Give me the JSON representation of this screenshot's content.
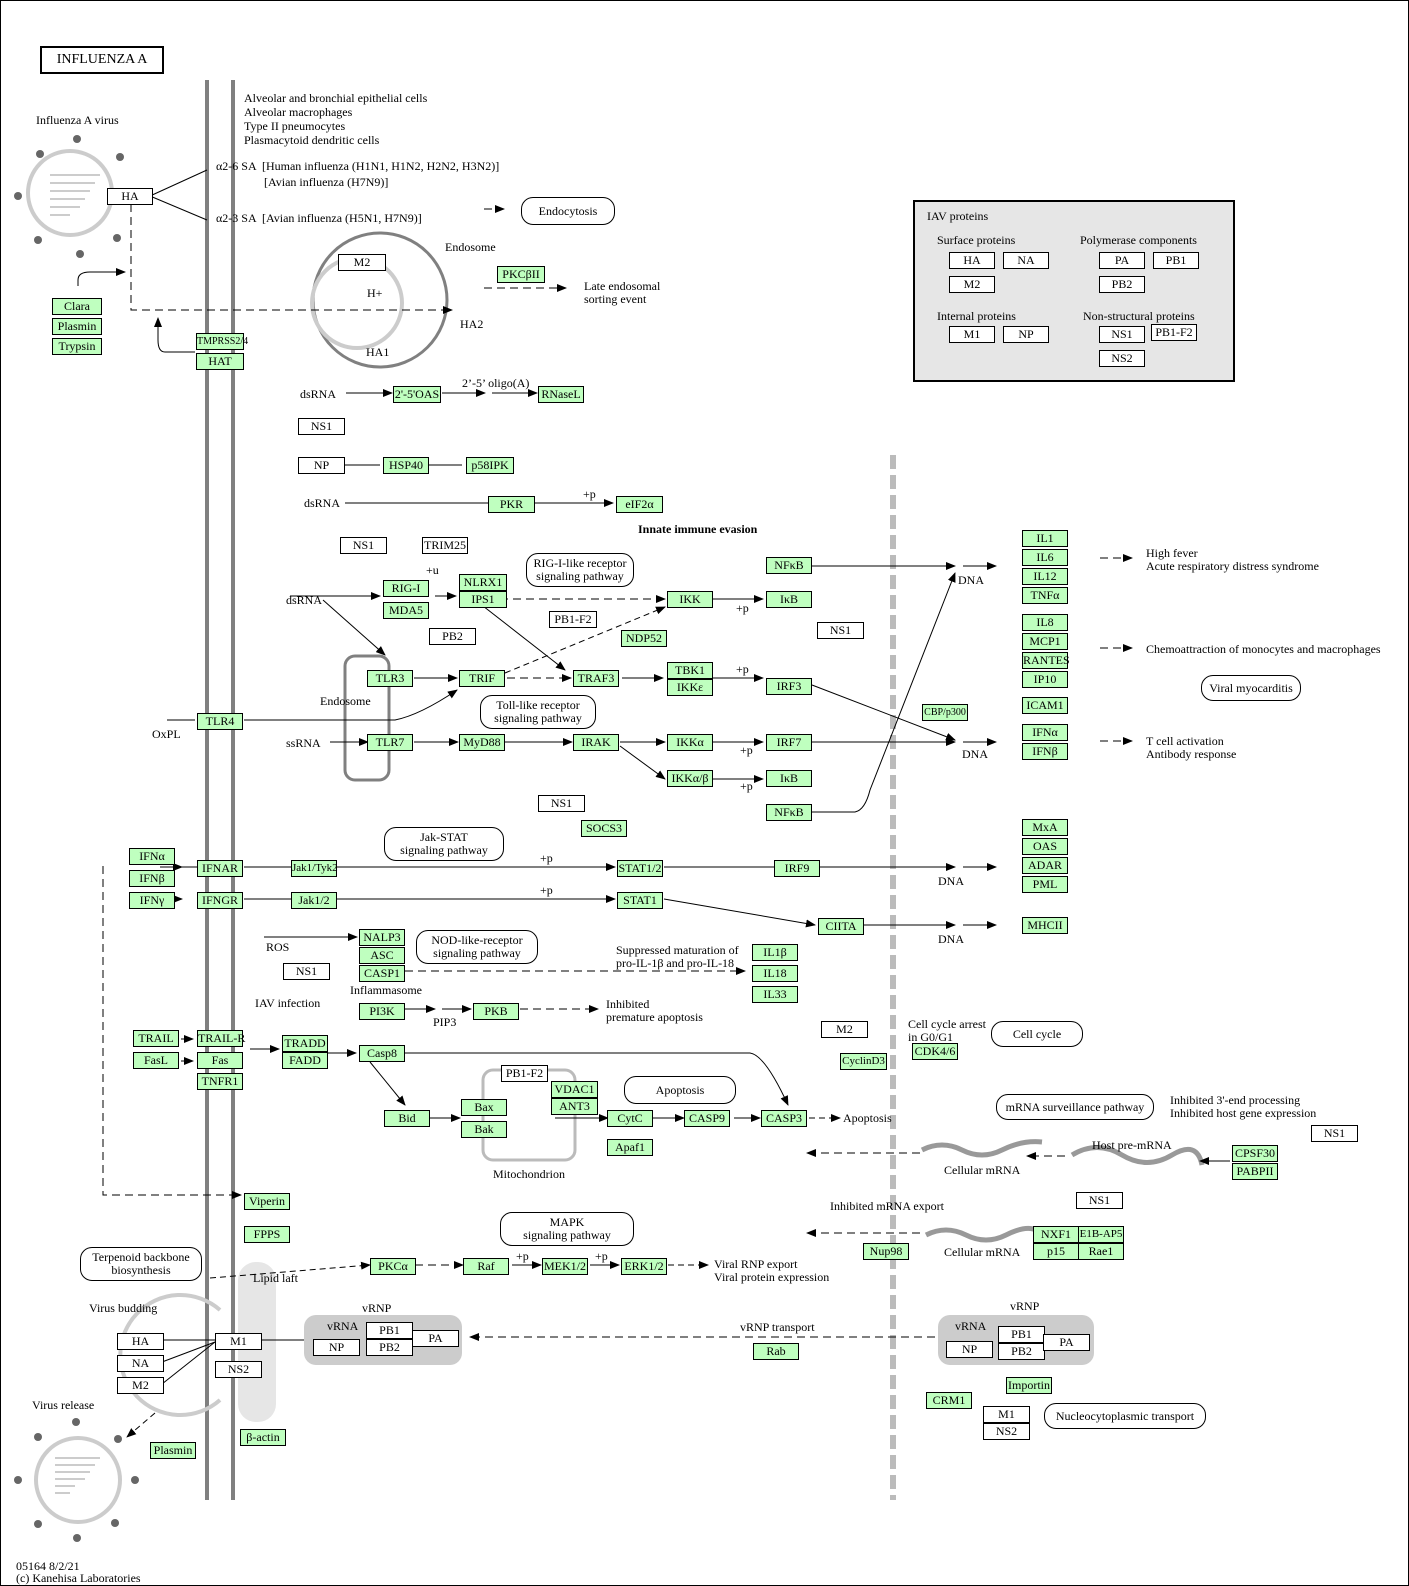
{
  "title": "INFLUENZA A",
  "footer": {
    "id": "05164 8/2/21",
    "copyright": "(c) Kanehisa Laboratories"
  },
  "labels": {
    "virus": "Influenza A virus",
    "cells": [
      "Alveolar and bronchial epithelial cells",
      "Alveolar macrophages",
      "Type II pneumocytes",
      "Plasmacytoid dendritic cells"
    ],
    "sa26": "α2-6 SA  [Human influenza (H1N1, H1N2, H2N2, H3N2)]",
    "sa26b": "[Avian influenza (H7N9)]",
    "sa23": "α2-3 SA  [Avian influenza (H5N1, H7N9)]",
    "endosome": "Endosome",
    "hplus": "H+",
    "ha2": "HA2",
    "ha1": "HA1",
    "late_endo": "Late endosomal\nsorting event",
    "oligo": "2’-5’ oligo(A)",
    "dsrna": "dsRNA",
    "ssrna": "ssRNA",
    "oxpl": "OxPL",
    "innate": "Innate immune evasion",
    "p": "+p",
    "u": "+u",
    "dna": "DNA",
    "high_fever": "High fever\nAcute respiratory distress syndrome",
    "chemo": "Chemoattraction of monocytes and macrophages",
    "tcell": "T cell activation\nAntibody response",
    "ros": "ROS",
    "inflammasome": "Inflammasome",
    "iav_infection": "IAV infection",
    "pip3": "PIP3",
    "inhibited_apop": "Inhibited\npremature apoptosis",
    "suppressed": "Suppressed maturation of\npro-IL-1β and pro-IL-18",
    "cell_cycle_arrest": "Cell cycle arrest\nin G0/G1",
    "mitochondrion": "Mitochondrion",
    "apoptosis_out": "Apoptosis",
    "inhibited_3end": "Inhibited 3'-end processing\nInhibited host gene expression",
    "host_premrna": "Host pre-mRNA",
    "cellular_mrna": "Cellular mRNA",
    "inhibited_export": "Inhibited mRNA export",
    "lipid_laft": "Lipid laft",
    "virus_budding": "Virus budding",
    "virus_release": "Virus release",
    "vrnp": "vRNP",
    "vrna": "vRNA",
    "viral_rnp_export": "Viral RNP export\nViral protein expression",
    "vrnp_transport": "vRNP transport"
  },
  "maps": {
    "endocytosis": "Endocytosis",
    "rig": "RIG-I-like receptor\nsignaling pathway",
    "toll": "Toll-like receptor\nsignaling pathway",
    "jak": "Jak-STAT\nsignaling pathway",
    "nod": "NOD-like-receptor\nsignaling pathway",
    "apoptosis": "Apoptosis",
    "mapk": "MAPK\nsignaling pathway",
    "terpenoid": "Terpenoid backbone\nbiosynthesis",
    "myocarditis": "Viral myocarditis",
    "cellcycle": "Cell cycle",
    "mrna_surv": "mRNA surveillance pathway",
    "nucleo": "Nucleocytoplasmic transport"
  },
  "legend": {
    "title": "IAV proteins",
    "surface": "Surface proteins",
    "polymerase": "Polymerase components",
    "internal": "Internal proteins",
    "nonstructural": "Non-structural proteins",
    "surface_items": [
      "HA",
      "NA",
      "M2"
    ],
    "polymerase_items": [
      "PA",
      "PB1",
      "PB2"
    ],
    "internal_items": [
      "M1",
      "NP"
    ],
    "nonstructural_items": [
      "NS1",
      "PB1-F2",
      "NS2"
    ]
  },
  "genes": {
    "clara": "Clara",
    "plasmin": "Plasmin",
    "trypsin": "Trypsin",
    "tmprss2": "TMPRSS2/4",
    "hat": "HAT",
    "pkcb2": "PKCβII",
    "oas": "2'-5'OAS",
    "rnasel": "RNaseL",
    "hsp40": "HSP40",
    "p58": "p58IPK",
    "pkr": "PKR",
    "eif2a": "eIF2α",
    "trim25": "TRIM25",
    "rigi": "RIG-I",
    "mda5": "MDA5",
    "nlrx1": "NLRX1",
    "ips1": "IPS1",
    "ndp52": "NDP52",
    "ikk": "IKK",
    "nfkb1": "NFκB",
    "ikb1": "IκB",
    "tbk1": "TBK1",
    "ikke": "IKKε",
    "irf3": "IRF3",
    "tlr3": "TLR3",
    "trif": "TRIF",
    "traf3": "TRAF3",
    "tlr4": "TLR4",
    "tlr7": "TLR7",
    "myd88": "MyD88",
    "irak": "IRAK",
    "ikka": "IKKα",
    "irf7": "IRF7",
    "ikkab": "IKKα/β",
    "ikb2": "IκB",
    "nfkb2": "NFκB",
    "cbp": "CBP/p300",
    "il1": "IL1",
    "il6": "IL6",
    "il12": "IL12",
    "tnfa": "TNFα",
    "il8": "IL8",
    "mcp1": "MCP1",
    "rantes": "RANTES",
    "ip10": "IP10",
    "icam1": "ICAM1",
    "ifna_out": "IFNα",
    "ifnb_out": "IFNβ",
    "socs3": "SOCS3",
    "ifna": "IFNα",
    "ifnb": "IFNβ",
    "ifng": "IFNγ",
    "ifnar": "IFNAR",
    "ifngr": "IFNGR",
    "jak1tyk2": "Jak1/Tyk2",
    "jak12": "Jak1/2",
    "stat12": "STAT1/2",
    "stat1": "STAT1",
    "irf9": "IRF9",
    "ciita": "CIITA",
    "mxa": "MxA",
    "oas2": "OAS",
    "adar": "ADAR",
    "pml": "PML",
    "mhcii": "MHCII",
    "nalp3": "NALP3",
    "asc": "ASC",
    "casp1": "CASP1",
    "il1b": "IL1β",
    "il18": "IL18",
    "il33": "IL33",
    "pi3k": "PI3K",
    "pkb": "PKB",
    "trail": "TRAIL",
    "fasl": "FasL",
    "trailr": "TRAIL-R",
    "fas": "Fas",
    "tnfr1": "TNFR1",
    "tradd": "TRADD",
    "fadd": "FADD",
    "casp8": "Casp8",
    "bid": "Bid",
    "bax": "Bax",
    "bak": "Bak",
    "vdac1": "VDAC1",
    "ant3": "ANT3",
    "cytc": "CytC",
    "apaf1": "Apaf1",
    "casp9": "CASP9",
    "casp3": "CASP3",
    "cyclind3": "CyclinD3",
    "cdk46": "CDK4/6",
    "cpsf30": "CPSF30",
    "pabpii": "PABPII",
    "nxf1": "NXF1",
    "e1bap5": "E1B-AP5",
    "p15": "p15",
    "rae1": "Rae1",
    "nup98": "Nup98",
    "viperin": "Viperin",
    "fpps": "FPPS",
    "pkca": "PKCα",
    "raf": "Raf",
    "mek": "MEK1/2",
    "erk": "ERK1/2",
    "rab": "Rab",
    "betaactin": "β-actin",
    "plasmin2": "Plasmin",
    "crm1": "CRM1",
    "importin": "Importin"
  },
  "viral": {
    "ha": "HA",
    "m2": "M2",
    "ns1": "NS1",
    "np": "NP",
    "pb2": "PB2",
    "pb1f2": "PB1-F2",
    "na": "NA",
    "m1": "M1",
    "ns2": "NS2",
    "pb1": "PB1",
    "pa": "PA"
  }
}
